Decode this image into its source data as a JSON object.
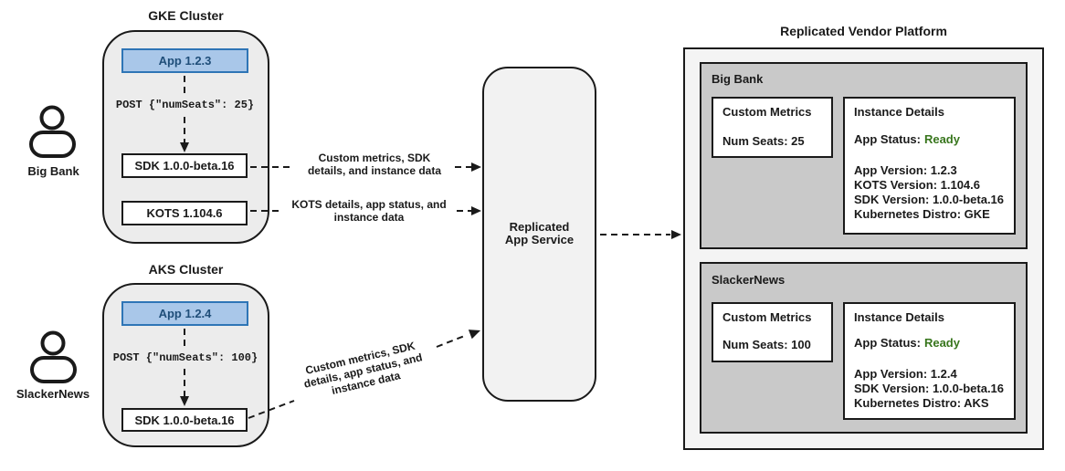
{
  "diagram": {
    "users": [
      {
        "label": "Big Bank"
      },
      {
        "label": "SlackerNews"
      }
    ],
    "clusters": [
      {
        "title": "GKE Cluster",
        "app": "App 1.2.3",
        "post": "POST {\"numSeats\": 25}",
        "sdk": "SDK 1.0.0-beta.16",
        "kots": "KOTS 1.104.6"
      },
      {
        "title": "AKS Cluster",
        "app": "App 1.2.4",
        "post": "POST {\"numSeats\": 100}",
        "sdk": "SDK 1.0.0-beta.16"
      }
    ],
    "arrow_labels": {
      "sdk_arrow": {
        "lines": [
          "Custom metrics, SDK",
          "details, and instance data"
        ]
      },
      "kots_arrow": {
        "lines": [
          "KOTS details, app status, and",
          "instance data"
        ]
      },
      "aks_sdk_arrow": {
        "lines": [
          "Custom metrics, SDK",
          "details, app status, and",
          "instance data"
        ]
      }
    },
    "service": {
      "lines": [
        "Replicated",
        "App Service"
      ]
    },
    "platform": {
      "title": "Replicated Vendor Platform",
      "customers": [
        {
          "name": "Big Bank",
          "metrics": {
            "title": "Custom Metrics",
            "value": "Num Seats: 25"
          },
          "instance": {
            "title": "Instance Details",
            "status_label": "App Status:",
            "status_value": "Ready",
            "details": [
              "App Version: 1.2.3",
              "KOTS Version: 1.104.6",
              "SDK Version: 1.0.0-beta.16",
              "Kubernetes Distro: GKE"
            ]
          }
        },
        {
          "name": "SlackerNews",
          "metrics": {
            "title": "Custom Metrics",
            "value": "Num Seats: 100"
          },
          "instance": {
            "title": "Instance Details",
            "status_label": "App Status:",
            "status_value": "Ready",
            "details": [
              "App Version: 1.2.4",
              "SDK Version: 1.0.0-beta.16",
              "Kubernetes Distro: AKS"
            ]
          }
        }
      ]
    },
    "colors": {
      "app_fill": "#A9C7E9",
      "app_border": "#2E75B6",
      "app_text": "#1F4E79",
      "status_ready_green": "#38761D",
      "cluster_bg": "#ECECEC",
      "service_bg": "#F2F2F2",
      "platform_bg": "#F4F4F4",
      "customer_bg": "#C9C9C9",
      "line": "#1A1A1A"
    }
  }
}
